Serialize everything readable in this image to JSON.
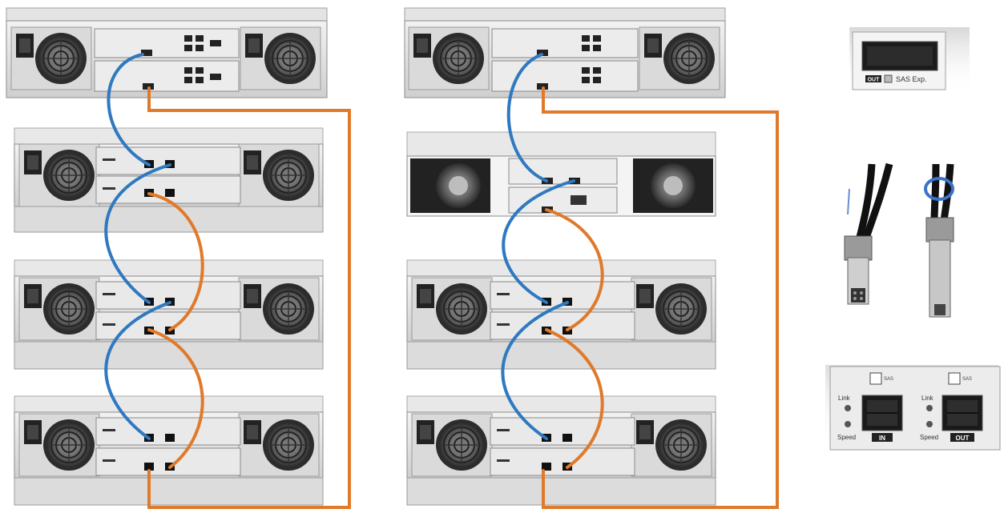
{
  "colors": {
    "background": "#ffffff",
    "cable_blue": "#2f79c0",
    "cable_orange": "#e07a2a",
    "chassis_top": "#e6e6e6",
    "chassis_body": "#d8d8d8",
    "chassis_face": "#eeeeee",
    "fan_dark": "#3a3a3a",
    "port_black": "#1a1a1a"
  },
  "cables": {
    "blue": "SAS cable (primary path)",
    "orange": "SAS cable (secondary path)"
  },
  "sas_exp_card": {
    "port_badge": "OUT",
    "label": "SAS Exp."
  },
  "cable_photo": {
    "icon": "mini-sas-hd-cable-icon"
  },
  "io_module": {
    "ports": [
      {
        "led_link": "Link",
        "led_speed": "Speed",
        "badge": "IN"
      },
      {
        "led_link": "Link",
        "led_speed": "Speed",
        "badge": "OUT"
      }
    ]
  }
}
